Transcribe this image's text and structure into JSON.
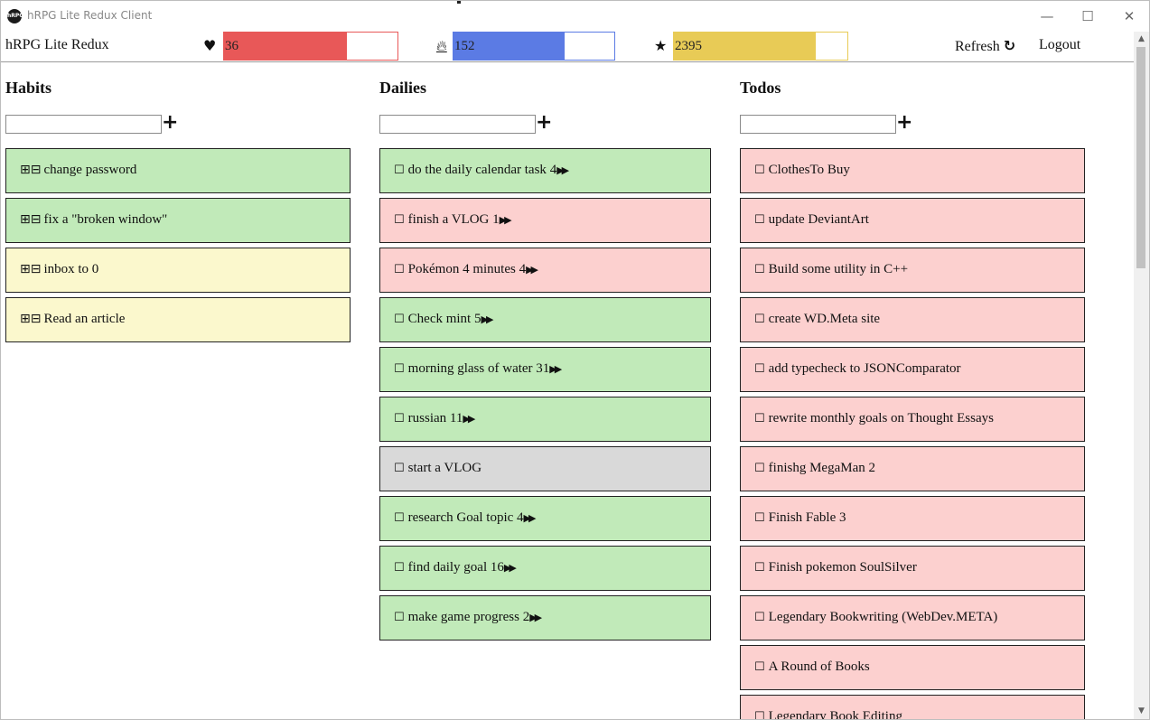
{
  "window": {
    "title": "hRPG Lite Redux Client",
    "icon_text": "hRPG",
    "controls": {
      "minimize": "—",
      "maximize": "☐",
      "close": "✕"
    }
  },
  "header": {
    "brand": "hRPG Lite Redux",
    "hp": {
      "icon": "heart-icon",
      "value": "36",
      "fill_fraction": 0.71,
      "color": "#e85858"
    },
    "mp": {
      "icon": "flame-icon",
      "value": "152",
      "fill_fraction": 0.69,
      "color": "#5b7be4"
    },
    "xp": {
      "icon": "star-icon",
      "value": "2395",
      "fill_fraction": 0.82,
      "color": "#e8cb56"
    },
    "refresh_label": "Refresh",
    "refresh_icon": "refresh-icon",
    "logout_label": "Logout"
  },
  "habits": {
    "title": "Habits",
    "items": [
      {
        "label": "change password",
        "color": "green"
      },
      {
        "label": "fix a \"broken window\"",
        "color": "green"
      },
      {
        "label": "inbox to 0",
        "color": "yellow"
      },
      {
        "label": "Read an article",
        "color": "yellow"
      }
    ]
  },
  "dailies": {
    "title": "Dailies",
    "items": [
      {
        "label": "do the daily calendar task",
        "streak": "4",
        "color": "green"
      },
      {
        "label": "finish a VLOG",
        "streak": "1",
        "color": "red"
      },
      {
        "label": "Pokémon 4 minutes",
        "streak": "4",
        "color": "red"
      },
      {
        "label": "Check mint",
        "streak": "5",
        "color": "green"
      },
      {
        "label": "morning glass of water",
        "streak": "31",
        "color": "green"
      },
      {
        "label": "russian",
        "streak": "11",
        "color": "green"
      },
      {
        "label": "start a VLOG",
        "streak": "",
        "color": "grey"
      },
      {
        "label": "research Goal topic",
        "streak": "4",
        "color": "green"
      },
      {
        "label": "find daily goal",
        "streak": "16",
        "color": "green"
      },
      {
        "label": "make game progress",
        "streak": "2",
        "color": "green"
      }
    ]
  },
  "todos": {
    "title": "Todos",
    "items": [
      {
        "label": "ClothesTo Buy",
        "color": "red"
      },
      {
        "label": "update DeviantArt",
        "color": "red"
      },
      {
        "label": "Build some utility in C++",
        "color": "red"
      },
      {
        "label": "create WD.Meta site",
        "color": "red"
      },
      {
        "label": "add typecheck to JSONComparator",
        "color": "red"
      },
      {
        "label": "rewrite monthly goals on Thought Essays",
        "color": "red"
      },
      {
        "label": "finishg MegaMan 2",
        "color": "red"
      },
      {
        "label": "Finish Fable 3",
        "color": "red"
      },
      {
        "label": "Finish pokemon SoulSilver",
        "color": "red"
      },
      {
        "label": "Legendary Bookwriting (WebDev.META)",
        "color": "red"
      },
      {
        "label": "A Round of Books",
        "color": "red"
      },
      {
        "label": "Legendary Book Editing",
        "color": "red"
      }
    ]
  }
}
